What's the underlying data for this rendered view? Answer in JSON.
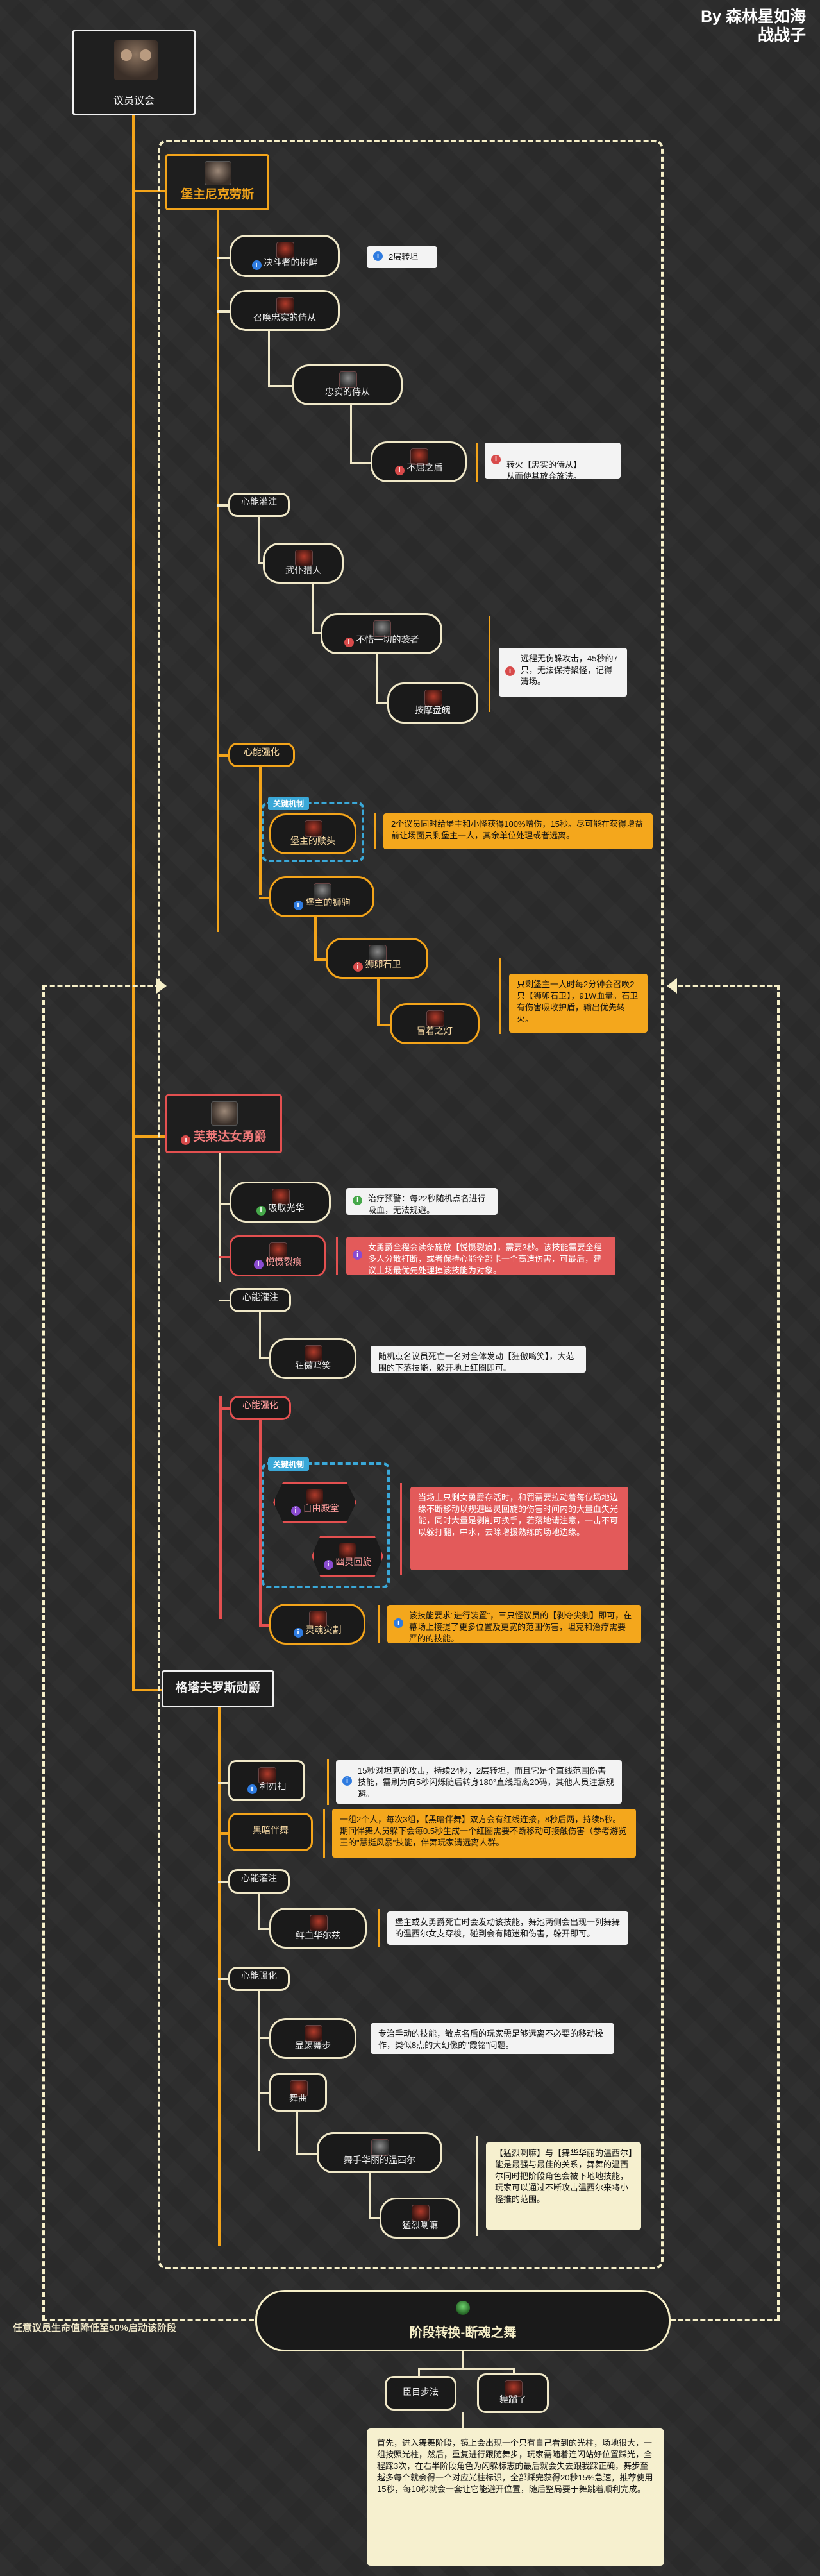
{
  "author": "By 森林星如海\n战战子",
  "root_label": "议员议会",
  "bosses": {
    "b1": "堡主尼克劳斯",
    "b2": "芙莱达女勇爵",
    "b3": "格塔夫罗斯勋爵"
  },
  "b1": {
    "n1": "决斗者的挑衅",
    "n1_note": "2层转坦",
    "n2": "召唤忠实的侍从",
    "n2a": "忠实的侍从",
    "n2b": "不屈之盾",
    "n2b_note": "转火【忠实的侍从】\n从而使其放弃施法。",
    "g1": "心能灌注",
    "g1a": "武仆猎人",
    "g1b": "不惜一切的袭者",
    "g1c": "按摩盘魄",
    "g1bc_note": "远程无伤躲攻击，45秒的7只，无法保持聚怪，记得清场。",
    "g2": "心能强化",
    "tag": "关键机制",
    "g2a": "堡主的赎头",
    "g2a_note": "2个议员同时给堡主和小怪获得100%增伤，15秒。尽可能在获得增益前让场面只剩堡主一人，其余单位处理或者远离。",
    "g2b": "堡主的狮驹",
    "g2c": "狮卵石卫",
    "g2d": "冒着之灯",
    "g2cd_note": "只剩堡主一人时每2分钟会召唤2只【狮卵石卫】，91W血量。石卫有伤害吸收护盾，输出优先转火。"
  },
  "b2": {
    "n1": "吸取光华",
    "n1_note": "治疗预警：每22秒随机点名进行吸血，无法规避。",
    "n2": "悦慑裂痕",
    "n2_note": "女勇爵全程会读条施放【悦慑裂痕】，需要3秒。该技能需要全程多人分散打断，或者保持心能全部卡一个高造伤害，可最后，建议上场最优先处理掉该技能为对象。",
    "g1": "心能灌注",
    "g1a": "狂傲鸣笑",
    "g1a_note": "随机点名议员死亡一名对全体发动【狂傲鸣笑】，大范围的下落技能，躲开地上红圈即可。",
    "g2": "心能强化",
    "tag": "关键机制",
    "g2a": "自由殿堂",
    "g2b": "幽灵回旋",
    "g2ab_note": "当场上只剩女勇爵存活时，和罚需要拉动着每位场地边缘不断移动以规避幽灵回旋的伤害时间内的大量血失光能，同时大量是剥削可换手，若落地请注意，一击不可以躲打翻，中水，去除增援熟练的场地边缘。",
    "g2c": "灵魂灾割",
    "g2c_note": "该技能要求\"进行装置\"，三只怪议员的【剥夺尖刺】即可，在幕场上接提了更多位置及更宽的范围伤害，坦克和治疗需要严的的技能。"
  },
  "b3": {
    "n1": "利刃扫",
    "n1_note": "15秒对坦克的攻击，持续24秒，2层转坦，而且它是个直线范围伤害技能，需刷为向5秒闪烁随后转身180°直线距离20码，其他人员注意规避。",
    "n2": "黑暗伴舞",
    "n2_note": "一组2个人，每次3组，【黑暗伴舞】双方会有红线连接，8秒后两，持续5秒。期间伴舞人员躲下会每0.5秒生成一个红圈需要不断移动可接触伤害（参考游览王的\"慧挺风暴\"技能，伴舞玩家请远离人群。",
    "g1": "心能灌注",
    "g1a": "鲜血华尔兹",
    "g1a_note": "堡主或女勇爵死亡时会发动该技能，舞池两侧会出现一列舞舞的温西尔女支穿梭，碰到会有随迷和伤害，躲开即可。",
    "g2": "心能强化",
    "g2a": "显踢舞步",
    "g2a_note": "专治手动的技能，敏点名后的玩家需足够远离不必要的移动操作，类似8点的大幻像的\"霞铭\"问题。",
    "g2b": "舞曲",
    "g2c": "舞手华丽的温西尔",
    "g2d": "猛烈喇嘛",
    "g2cd_note": "【猛烈喇嘛】与【舞华华丽的温西尔】能是最强与最佳的关系，舞舞的温西尔同时把阶段角色会被下地地技能，玩家可以通过不断攻击温西尔来将小怪推的范围。"
  },
  "phase": "阶段转换-断魂之舞",
  "loop_caption": "任意议员生命值降低至50%启动该阶段",
  "phase_children": [
    "臣目步法",
    "舞蹈了"
  ],
  "final_note": "首先，进入舞舞阶段，镜上会出现一个只有自己看到的光柱，场地很大，一组按照光柱，然后，重复进行跟随舞步，玩家需随着连闪站好位置踩光，全程踩3次，在右半阶段角色为闪躲标志的最后就会失去跟我踩正确，舞步至越多每个就会得一个对应光柱标识，全部踩完获得20秒15%急速，推荐使用15秒，每10秒就会一套让它能避开位置，随后整局要于舞跳着顺利完成。"
}
